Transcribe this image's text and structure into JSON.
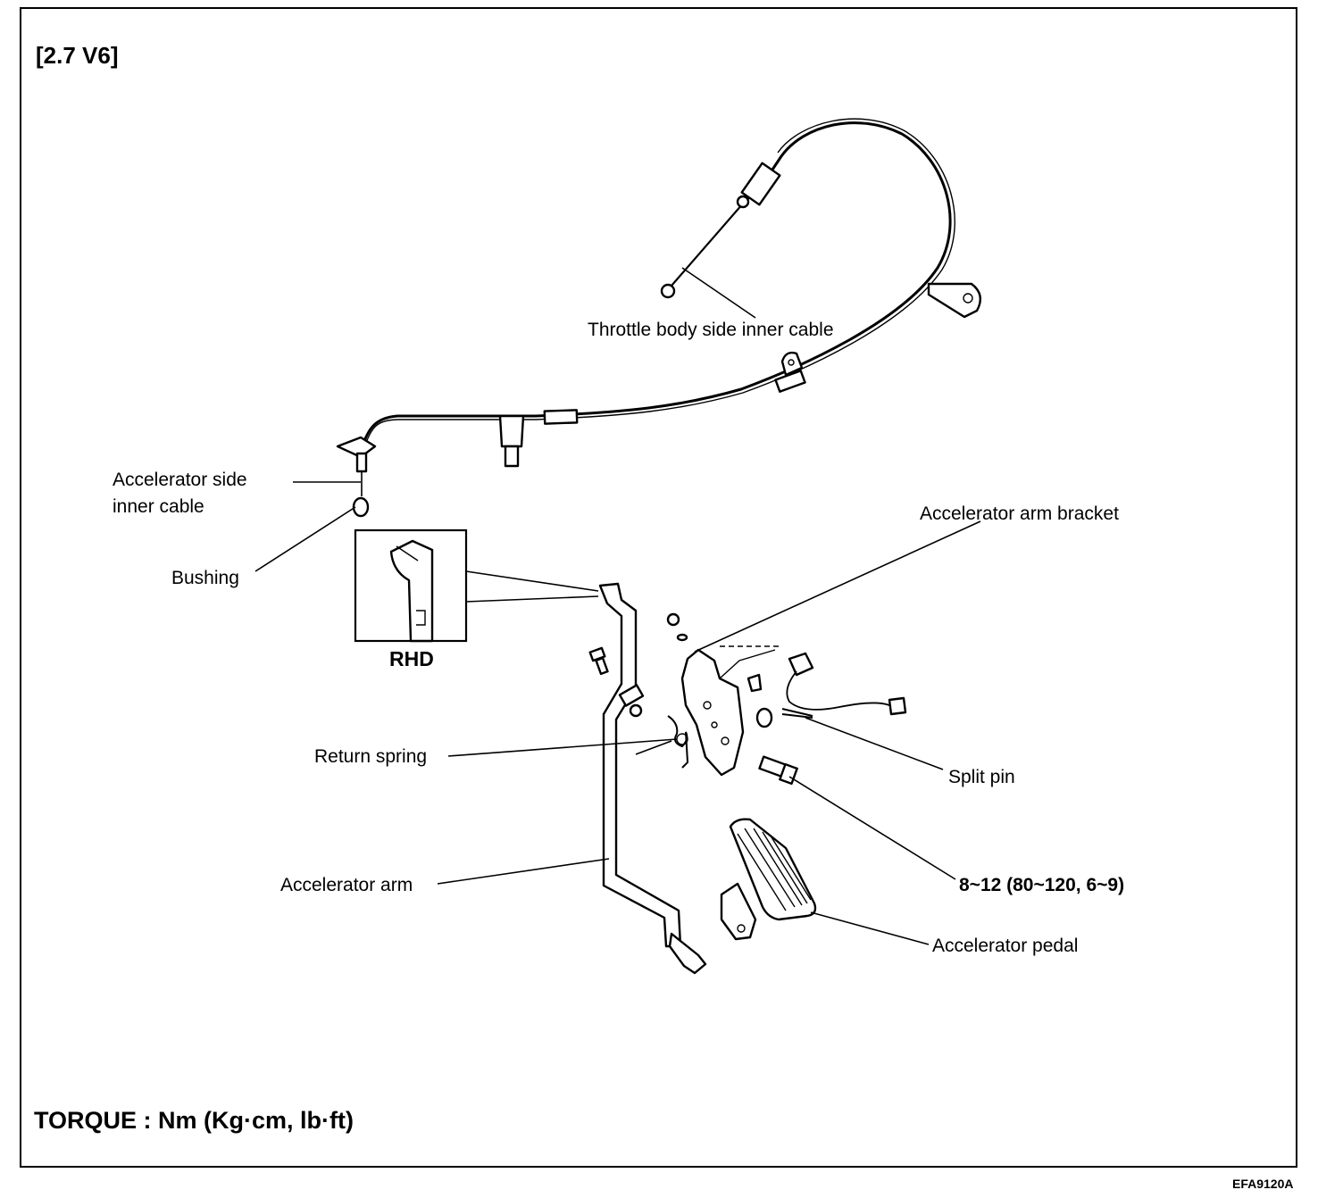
{
  "variant_label": "[2.7 V6]",
  "inset_label": "RHD",
  "torque_note": "TORQUE : Nm (Kg·cm, lb·ft)",
  "figure_code": "EFA9120A",
  "callouts": {
    "throttle_cable": "Throttle body side inner cable",
    "accel_side_cable_line1": "Accelerator side",
    "accel_side_cable_line2": "inner cable",
    "bushing": "Bushing",
    "arm_bracket": "Accelerator arm bracket",
    "return_spring": "Return spring",
    "split_pin": "Split pin",
    "accel_arm": "Accelerator arm",
    "torque_spec": "8~12 (80~120, 6~9)",
    "accel_pedal": "Accelerator pedal"
  }
}
